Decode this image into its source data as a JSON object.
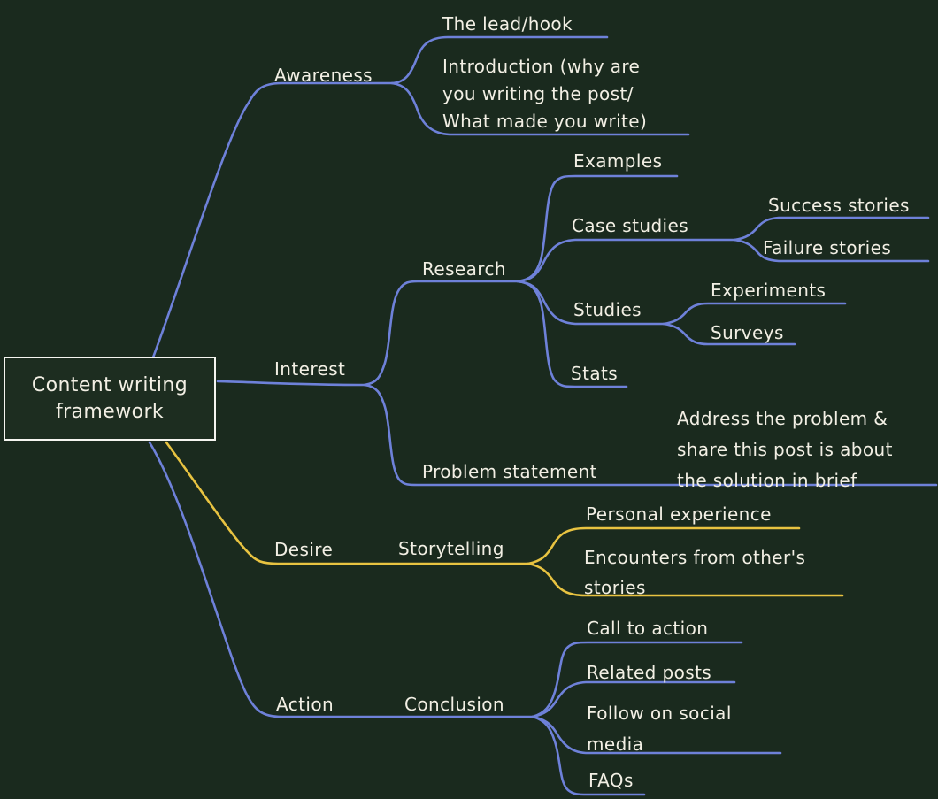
{
  "title": "Content writing framework mind map",
  "colors": {
    "background": "#1a2a1e",
    "branch_blue": "#6e81d9",
    "branch_yellow": "#e8c341",
    "text": "#f2efe4",
    "root_border": "#f5f5f0"
  },
  "nodes": {
    "root": "Content writing\nframework",
    "awareness": "Awareness",
    "lead_hook": "The lead/hook",
    "introduction": "Introduction (why are\nyou writing the post/\nWhat made you write)",
    "interest": "Interest",
    "research": "Research",
    "examples": "Examples",
    "case_studies": "Case studies",
    "success_stories": "Success stories",
    "failure_stories": "Failure stories",
    "studies": "Studies",
    "experiments": "Experiments",
    "surveys": "Surveys",
    "stats": "Stats",
    "problem_statement": "Problem statement",
    "problem_note": "Address the problem &\nshare this post is about\nthe solution in brief",
    "desire": "Desire",
    "storytelling": "Storytelling",
    "personal_experience": "Personal experience",
    "encounters": "Encounters from other's\nstories",
    "action": "Action",
    "conclusion": "Conclusion",
    "call_to_action": "Call to action",
    "related_posts": "Related posts",
    "follow_social": "Follow on social\nmedia",
    "faqs": "FAQs"
  },
  "hierarchy": {
    "root": [
      "awareness",
      "interest",
      "desire",
      "action"
    ],
    "awareness": [
      "lead_hook",
      "introduction"
    ],
    "interest": [
      "research",
      "problem_statement"
    ],
    "research": [
      "examples",
      "case_studies",
      "studies",
      "stats"
    ],
    "case_studies": [
      "success_stories",
      "failure_stories"
    ],
    "studies": [
      "experiments",
      "surveys"
    ],
    "problem_statement": [
      "problem_note"
    ],
    "desire": [
      "storytelling"
    ],
    "storytelling": [
      "personal_experience",
      "encounters"
    ],
    "action": [
      "conclusion"
    ],
    "conclusion": [
      "call_to_action",
      "related_posts",
      "follow_social",
      "faqs"
    ]
  },
  "branch_colors": {
    "awareness": "blue",
    "interest": "blue",
    "desire": "yellow",
    "action": "blue"
  }
}
